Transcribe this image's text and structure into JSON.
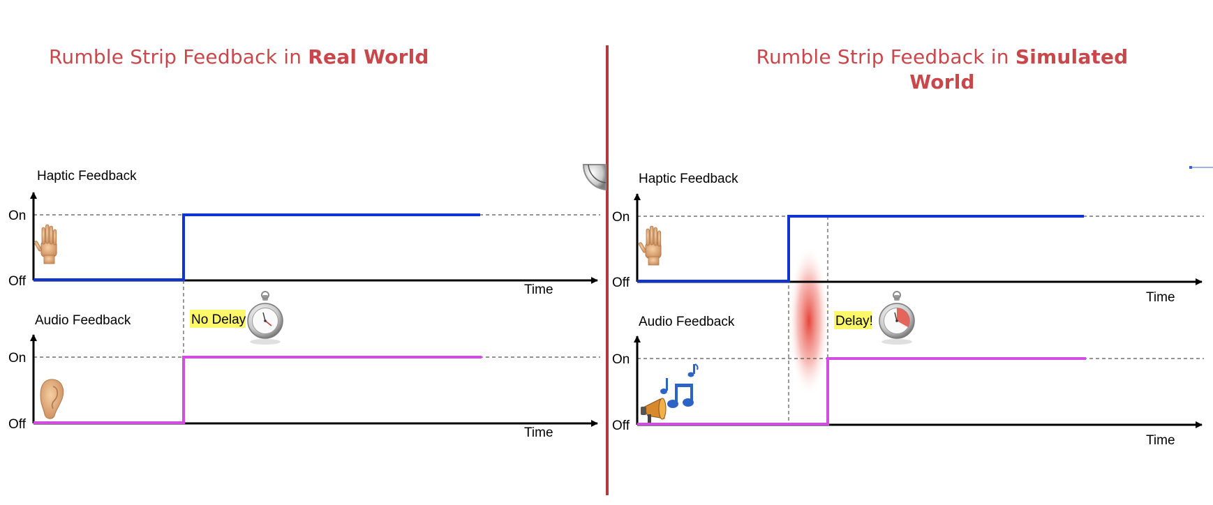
{
  "panels": [
    {
      "title_prefix": "Rumble Strip Feedback in ",
      "title_emphasis": "Real World",
      "haptic_label": "Haptic Feedback",
      "audio_label": "Audio Feedback",
      "on_label": "On",
      "off_label": "Off",
      "time_label": "Time",
      "callout": "No Delay"
    },
    {
      "title_prefix": "Rumble Strip Feedback in ",
      "title_emphasis": "Simulated World",
      "haptic_label": "Haptic Feedback",
      "audio_label": "Audio Feedback",
      "on_label": "On",
      "off_label": "Off",
      "time_label": "Time",
      "callout": "Delay!"
    }
  ],
  "colors": {
    "title": "#c9474a",
    "divider": "#b23a3a",
    "haptic_signal": "#1034d4",
    "audio_signal": "#d34de0",
    "callout_highlight": "#fdf86a",
    "delay_glow": "#e53a2f"
  },
  "icons": [
    "hand-icon",
    "ear-icon",
    "stopwatch-icon",
    "megaphone-icon",
    "music-notes-icon"
  ]
}
